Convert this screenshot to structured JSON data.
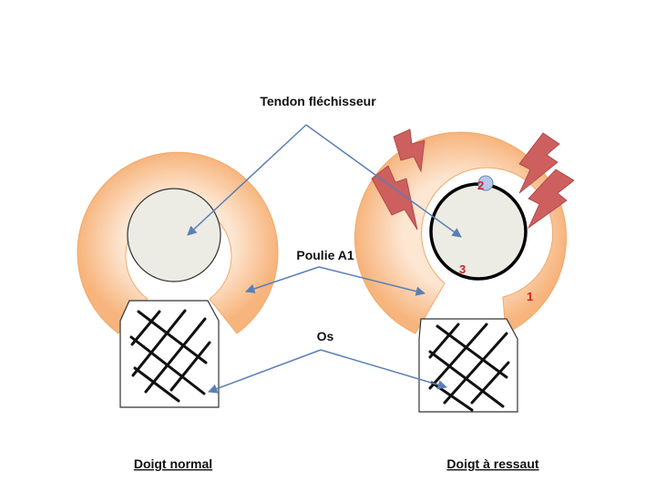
{
  "labels": {
    "tendon": "Tendon fléchisseur",
    "pulley": "Poulie A1",
    "bone": "Os"
  },
  "captions": {
    "left": "Doigt normal",
    "right": "Doigt à ressaut"
  },
  "markers": {
    "m1": "1",
    "m2": "2",
    "m3": "3"
  },
  "colors": {
    "pulley_inner": "#fde6d2",
    "pulley_outer": "#f7b47c",
    "tendon_fill": "#ecece4",
    "arrow": "#5b7fb5",
    "lightning": "#cd5f5f",
    "marker_text": "#d62020",
    "nodule": "#b9c8ea"
  },
  "icons": {
    "lightning": "lightning-bolt-icon"
  }
}
